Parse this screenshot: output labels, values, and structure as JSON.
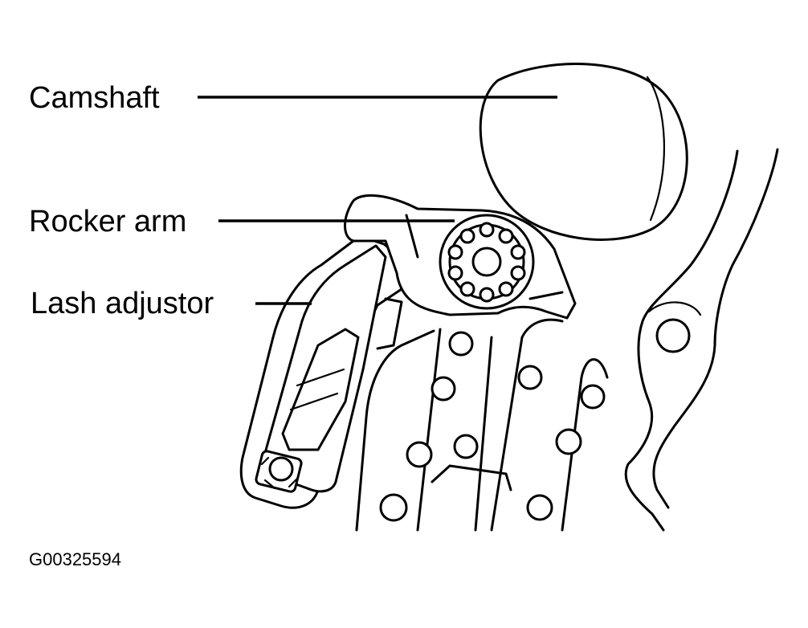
{
  "labels": {
    "camshaft": "Camshaft",
    "rocker_arm": "Rocker arm",
    "lash_adjustor": "Lash adjustor"
  },
  "figure_code": "G00325594",
  "colors": {
    "ink": "#000000",
    "background": "#ffffff"
  }
}
